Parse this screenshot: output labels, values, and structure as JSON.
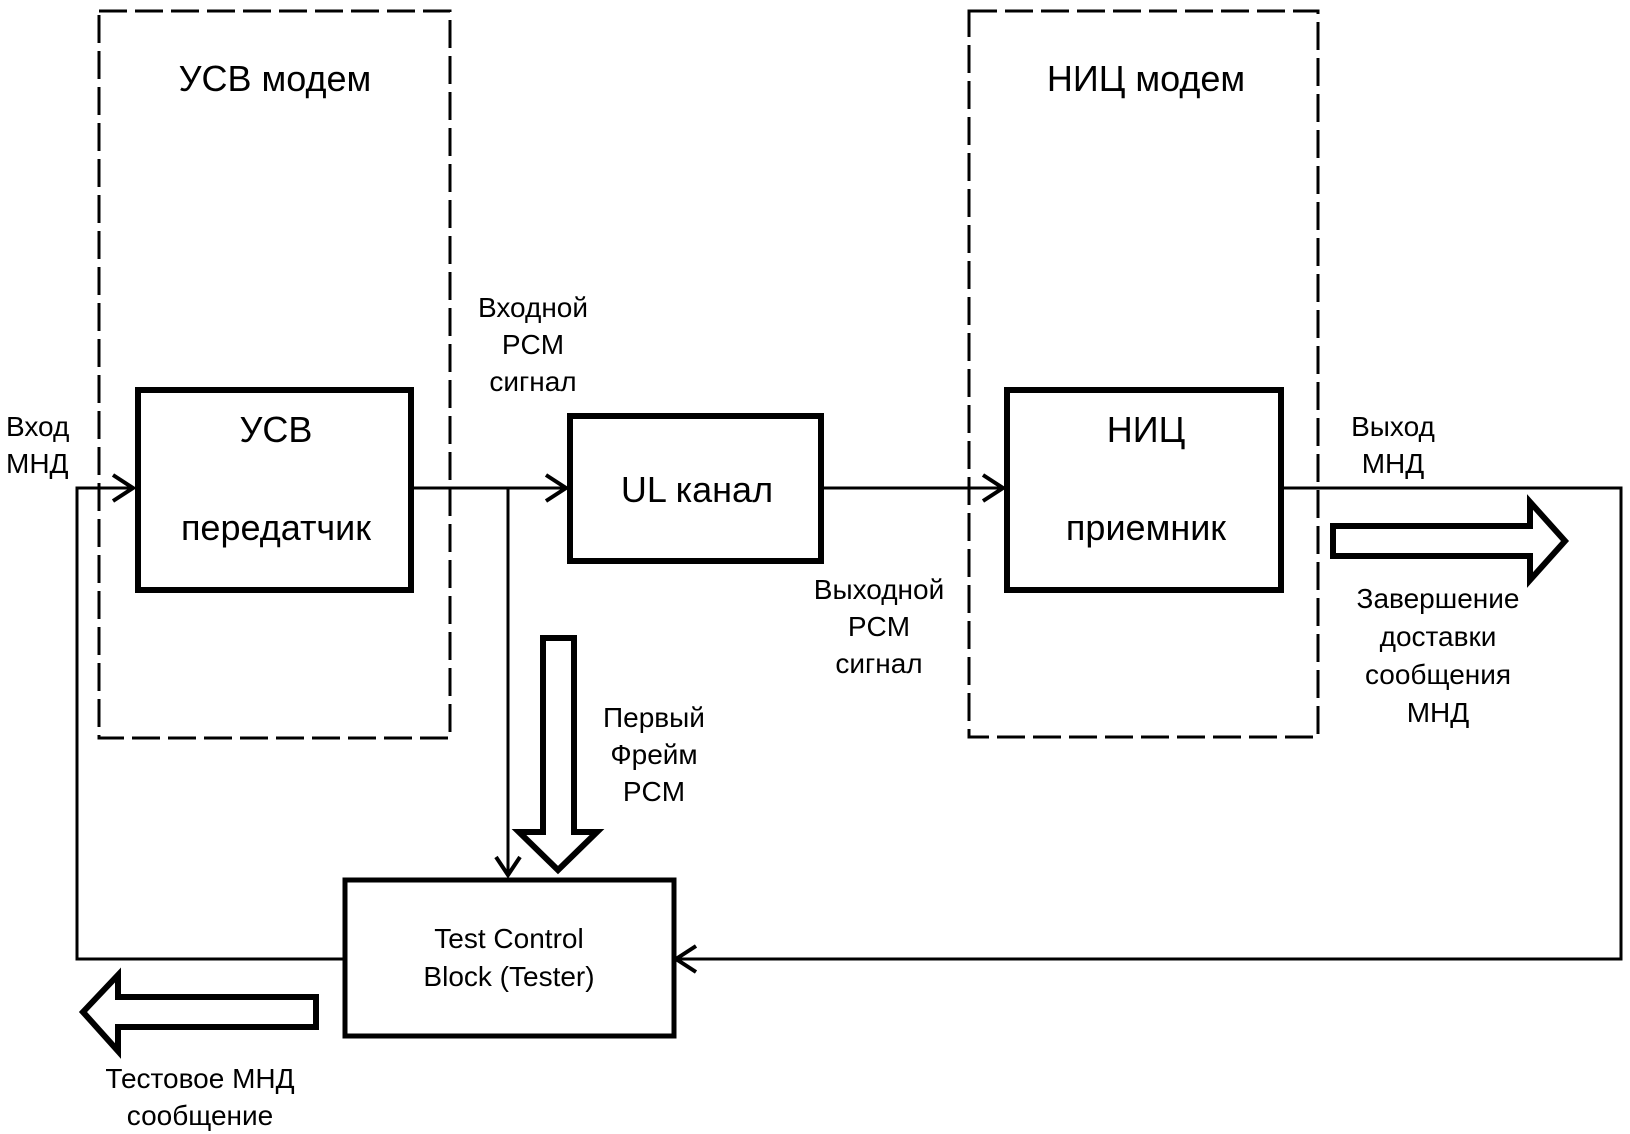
{
  "diagram": {
    "modems": {
      "usv": {
        "title": "УСВ модем"
      },
      "nic": {
        "title": "НИЦ модем"
      }
    },
    "blocks": {
      "usv_transmitter": {
        "line1": "УСВ",
        "line2": "передатчик"
      },
      "ul_channel": {
        "label": "UL канал"
      },
      "nic_receiver": {
        "line1": "НИЦ",
        "line2": "приемник"
      },
      "test_control": {
        "line1": "Test Control",
        "line2": "Block (Tester)"
      }
    },
    "labels": {
      "input_mnd": [
        "Вход",
        "МНД"
      ],
      "input_pcm": [
        "Входной",
        "PCM",
        "сигнал"
      ],
      "output_pcm": [
        "Выходной",
        "PCM",
        "сигнал"
      ],
      "output_mnd": [
        "Выход",
        "МНД"
      ],
      "first_frame": [
        "Первый",
        "Фрейм",
        "PCM"
      ],
      "delivery_complete": [
        "Завершение",
        "доставки",
        "сообщения",
        "МНД"
      ],
      "test_message": [
        "Тестовое МНД",
        "сообщение"
      ]
    }
  }
}
